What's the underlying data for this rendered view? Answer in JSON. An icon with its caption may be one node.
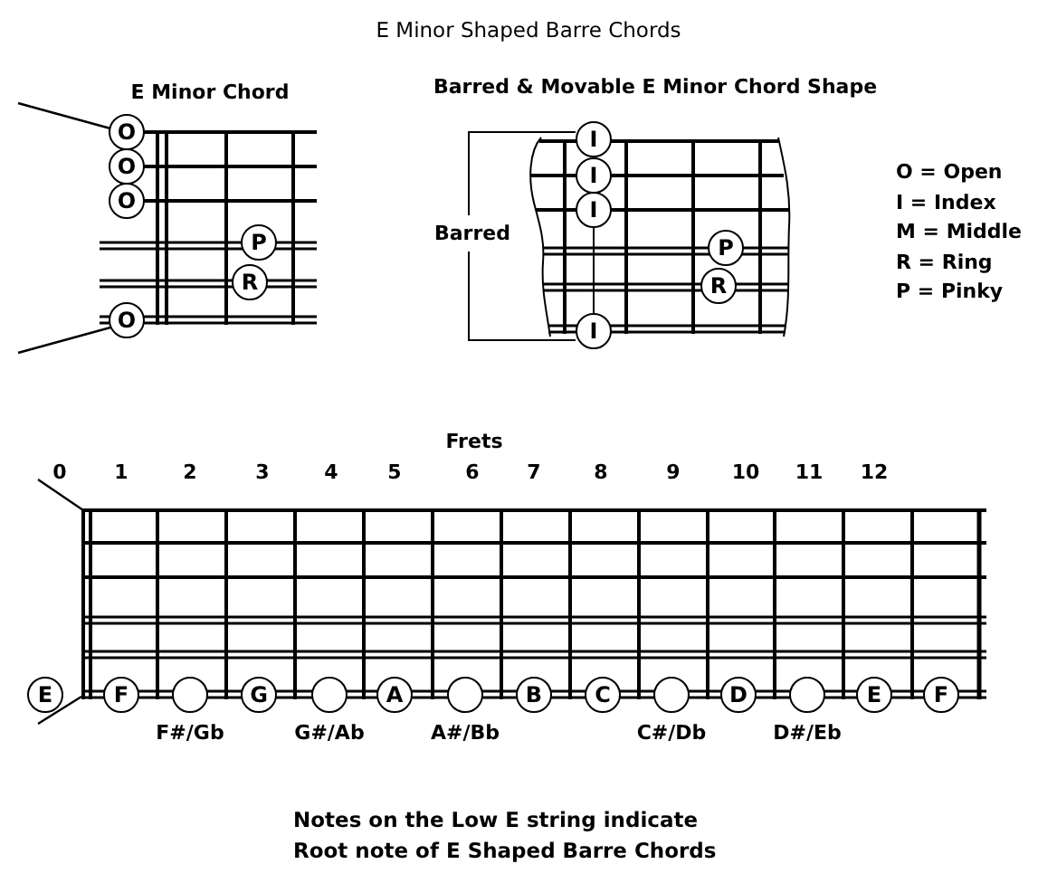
{
  "diagram": {
    "title": "E Minor Shaped Barre Chords",
    "caption": "Notes on the Low E string indicate Root note of E Shaped Barre Chords",
    "nodes": [
      {
        "text": [
          "O"
        ]
      },
      {
        "text": [
          "O"
        ]
      },
      {
        "text": [
          "O"
        ]
      },
      {
        "text": [
          "P"
        ]
      },
      {
        "text": [
          "R"
        ]
      },
      {
        "text": [
          "O"
        ]
      },
      {
        "text": [
          "I"
        ]
      },
      {
        "text": [
          "I"
        ]
      },
      {
        "text": [
          "I"
        ]
      },
      {
        "text": [
          "P"
        ]
      },
      {
        "text": [
          "R"
        ]
      },
      {
        "text": [
          "I"
        ]
      },
      {
        "text": [
          "E"
        ]
      },
      {
        "text": [
          "F"
        ]
      },
      {
        "text": [],
        "shape": "circle",
        "beside": [
          "F#/Gb"
        ]
      },
      {
        "text": [
          "G"
        ]
      },
      {
        "text": [],
        "shape": "circle",
        "beside": [
          "G#/Ab"
        ]
      },
      {
        "text": [
          "A"
        ]
      },
      {
        "text": [],
        "shape": "circle",
        "beside": [
          "A#/Bb"
        ]
      },
      {
        "text": [
          "B"
        ]
      },
      {
        "text": [
          "C"
        ]
      },
      {
        "text": [],
        "shape": "circle",
        "beside": [
          "C#/Db"
        ]
      },
      {
        "text": [
          "D"
        ]
      },
      {
        "text": [],
        "shape": "circle",
        "beside": [
          "D#/Eb"
        ]
      },
      {
        "text": [
          "E"
        ]
      },
      {
        "text": [
          "F"
        ]
      }
    ],
    "edges": [
      {
        "from": 8,
        "to": 11,
        "arrow": "none"
      }
    ],
    "labels": [
      "E Minor Chord",
      "Barred & Movable E Minor Chord Shape",
      "Barred",
      "O = Open",
      "I = Index",
      "M = Middle",
      "R = Ring",
      "P = Pinky",
      "Frets",
      "0",
      "1",
      "2",
      "3",
      "4",
      "5",
      "6",
      "7",
      "8",
      "9",
      "10",
      "11",
      "12"
    ]
  }
}
